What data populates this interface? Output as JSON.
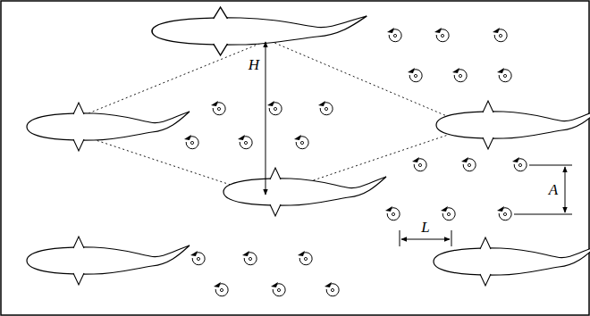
{
  "diagram": {
    "labels": [
      "H",
      "A",
      "L"
    ]
  }
}
